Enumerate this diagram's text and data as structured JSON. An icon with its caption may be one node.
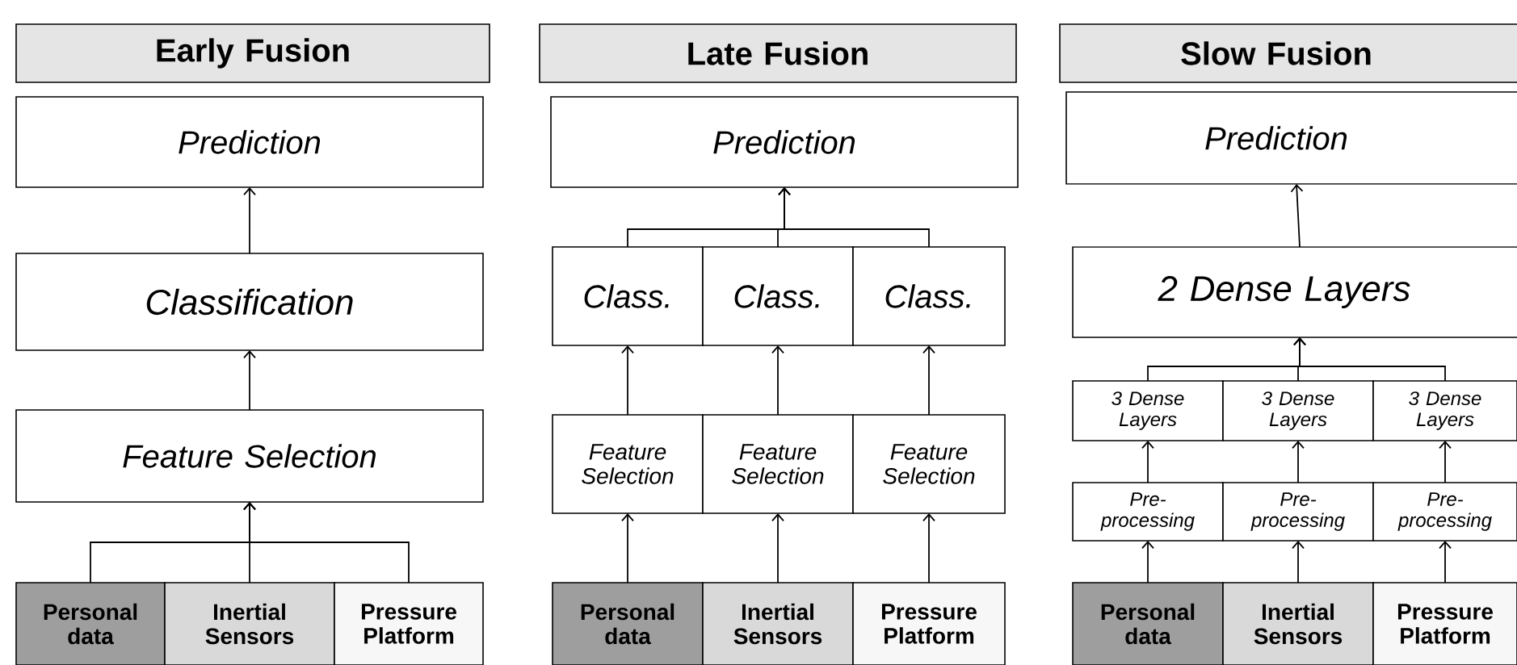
{
  "diagram": {
    "nodes": [
      {
        "text": [
          "Early Fusion"
        ]
      },
      {
        "text": [
          "Prediction"
        ]
      },
      {
        "text": [
          "Classification"
        ]
      },
      {
        "text": [
          "Feature Selection"
        ]
      },
      {
        "text": [
          "Personal data"
        ]
      },
      {
        "text": [
          "Inertial Sensors"
        ]
      },
      {
        "text": [
          "Pressure Platform"
        ]
      },
      {
        "text": [
          "Late Fusion"
        ]
      },
      {
        "text": [
          "Prediction"
        ]
      },
      {
        "text": [
          "Class."
        ]
      },
      {
        "text": [
          "Class."
        ]
      },
      {
        "text": [
          "Class."
        ]
      },
      {
        "text": [
          "Feature Selection"
        ]
      },
      {
        "text": [
          "Feature Selection"
        ]
      },
      {
        "text": [
          "Feature Selection"
        ]
      },
      {
        "text": [
          "Personal data"
        ]
      },
      {
        "text": [
          "Inertial Sensors"
        ]
      },
      {
        "text": [
          "Pressure Platform"
        ]
      },
      {
        "text": [
          "Slow Fusion"
        ]
      },
      {
        "text": [
          "Prediction"
        ]
      },
      {
        "text": [
          "2 Dense Layers"
        ]
      },
      {
        "text": [
          "3 Dense Layers"
        ]
      },
      {
        "text": [
          "3 Dense Layers"
        ]
      },
      {
        "text": [
          "3 Dense Layers"
        ]
      },
      {
        "text": [
          "Pre- processing"
        ]
      },
      {
        "text": [
          "Pre- processing"
        ]
      },
      {
        "text": [
          "Pre- processing"
        ]
      },
      {
        "text": [
          "Personal data"
        ]
      },
      {
        "text": [
          "Inertial Sensors"
        ]
      },
      {
        "text": [
          "Pressure Platform"
        ]
      }
    ],
    "edges": [
      {
        "from": 2,
        "to": 1,
        "arrow": "to"
      },
      {
        "from": 3,
        "to": 2,
        "arrow": "to"
      },
      {
        "from": 4,
        "to": 3,
        "arrow": "to"
      },
      {
        "from": 5,
        "to": 3,
        "arrow": "to"
      },
      {
        "from": 6,
        "to": 3,
        "arrow": "to"
      },
      {
        "from": 9,
        "to": 8,
        "arrow": "to"
      },
      {
        "from": 10,
        "to": 8,
        "arrow": "to"
      },
      {
        "from": 11,
        "to": 8,
        "arrow": "to"
      },
      {
        "from": 12,
        "to": 9,
        "arrow": "to"
      },
      {
        "from": 13,
        "to": 10,
        "arrow": "to"
      },
      {
        "from": 14,
        "to": 11,
        "arrow": "to"
      },
      {
        "from": 15,
        "to": 12,
        "arrow": "to"
      },
      {
        "from": 16,
        "to": 13,
        "arrow": "to"
      },
      {
        "from": 17,
        "to": 14,
        "arrow": "to"
      },
      {
        "from": 20,
        "to": 19,
        "arrow": "to"
      },
      {
        "from": 21,
        "to": 20,
        "arrow": "to"
      },
      {
        "from": 22,
        "to": 20,
        "arrow": "to"
      },
      {
        "from": 23,
        "to": 20,
        "arrow": "to"
      },
      {
        "from": 24,
        "to": 21,
        "arrow": "to"
      },
      {
        "from": 25,
        "to": 22,
        "arrow": "to"
      },
      {
        "from": 26,
        "to": 23,
        "arrow": "to"
      },
      {
        "from": 27,
        "to": 24,
        "arrow": "to"
      },
      {
        "from": 28,
        "to": 25,
        "arrow": "to"
      },
      {
        "from": 29,
        "to": 26,
        "arrow": "to"
      }
    ]
  }
}
